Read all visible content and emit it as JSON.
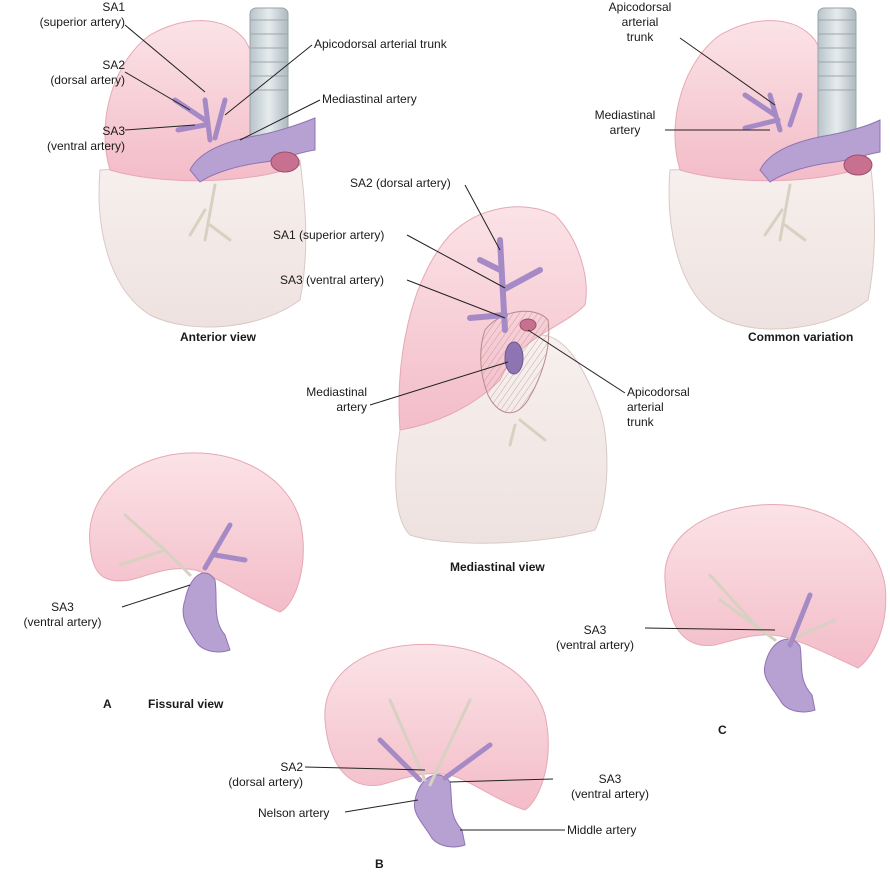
{
  "colors": {
    "lobe_pink": "#f7cfd6",
    "lobe_edge": "#e9a9b6",
    "lung_pale": "#f4ece9",
    "artery": "#b7a0d2",
    "artery_dark": "#8f74b3",
    "vein_aorta": "#c17aa0",
    "bronchus": "#d8d1c2",
    "trachea": "#cfd7db",
    "leader": "#222222"
  },
  "panels": {
    "anterior": {
      "caption": "Anterior view",
      "labels": {
        "sa1": [
          "SA1",
          "(superior artery)"
        ],
        "sa2": [
          "SA2",
          "(dorsal artery)"
        ],
        "sa3": [
          "SA3",
          "(ventral artery)"
        ],
        "trunk": "Apicodorsal arterial trunk",
        "mediastinal": "Mediastinal artery"
      }
    },
    "common_variation": {
      "caption": "Common variation",
      "labels": {
        "trunk": [
          "Apicodorsal",
          "arterial",
          "trunk"
        ],
        "mediastinal": [
          "Mediastinal",
          "artery"
        ]
      }
    },
    "mediastinal": {
      "caption": "Mediastinal view",
      "labels": {
        "sa2": "SA2 (dorsal artery)",
        "sa1": "SA1 (superior artery)",
        "sa3": "SA3 (ventral artery)",
        "mediastinal": [
          "Mediastinal",
          "artery"
        ],
        "trunk": [
          "Apicodorsal",
          "arterial",
          "trunk"
        ]
      }
    },
    "fissural_a": {
      "letter": "A",
      "caption": "Fissural view",
      "labels": {
        "sa3": [
          "SA3",
          "(ventral artery)"
        ]
      }
    },
    "fissural_b": {
      "letter": "B",
      "labels": {
        "sa2": [
          "SA2",
          "(dorsal artery)"
        ],
        "sa3": [
          "SA3",
          "(ventral artery)"
        ],
        "nelson": "Nelson artery",
        "middle": "Middle artery"
      }
    },
    "fissural_c": {
      "letter": "C",
      "labels": {
        "sa3": [
          "SA3",
          "(ventral artery)"
        ]
      }
    }
  }
}
